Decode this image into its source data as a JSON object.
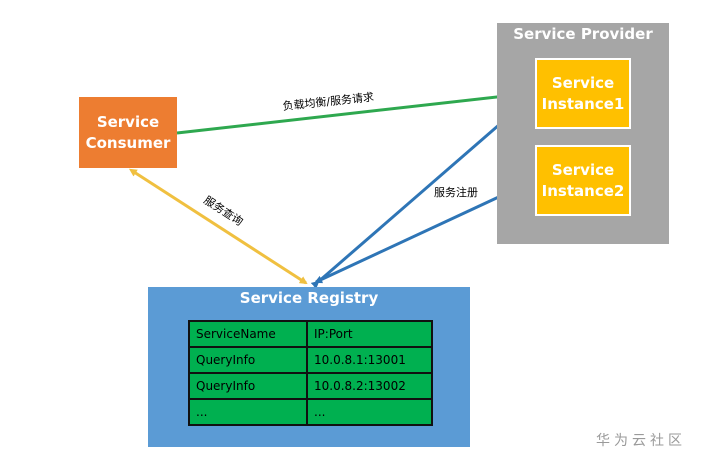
{
  "consumer": {
    "line1": "Service",
    "line2": "Consumer"
  },
  "provider": {
    "title": "Service Provider",
    "instances": [
      {
        "line1": "Service",
        "line2": "Instance1"
      },
      {
        "line1": "Service",
        "line2": "Instance2"
      }
    ]
  },
  "registry": {
    "title": "Service Registry",
    "table": {
      "header": [
        "ServiceName",
        "IP:Port"
      ],
      "rows": [
        [
          "QueryInfo",
          "10.0.8.1:13001"
        ],
        [
          "QueryInfo",
          "10.0.8.2:13002"
        ],
        [
          "...",
          "..."
        ]
      ]
    }
  },
  "edges": {
    "load_balance": "负载均衡/服务请求",
    "register": "服务注册",
    "query": "服务查询"
  },
  "colors": {
    "consumer": "#ed7d31",
    "provider": "#a6a6a6",
    "instance": "#ffc000",
    "registry": "#5b9bd5",
    "table": "#00b050",
    "arrow_green": "#2ea84f",
    "arrow_blue": "#2e75b6",
    "arrow_yellow": "#f0c040"
  },
  "watermark": "华为云社区"
}
